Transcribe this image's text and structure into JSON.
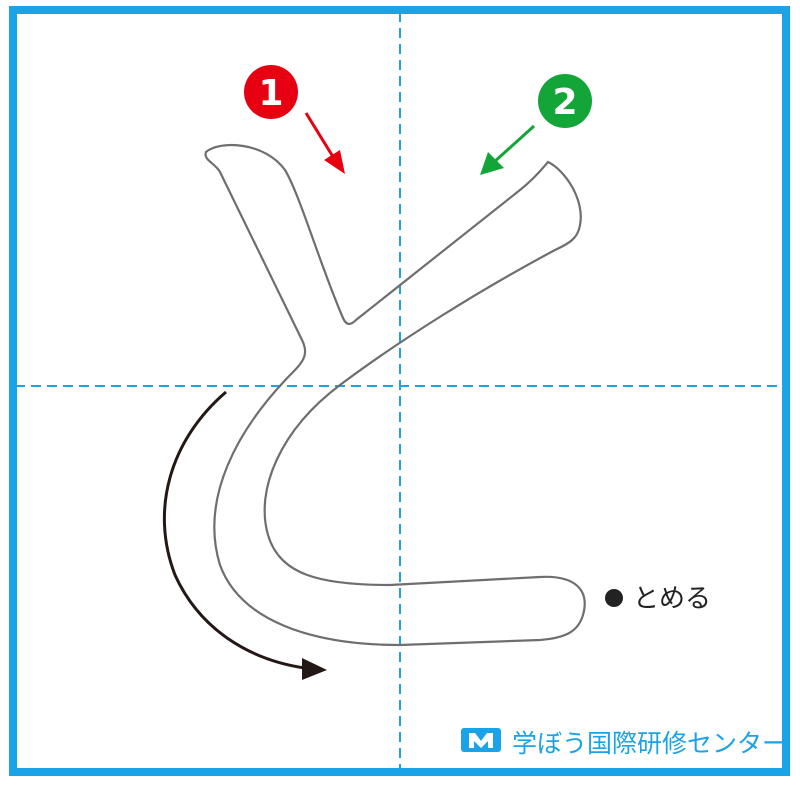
{
  "character": "と",
  "strokes": [
    {
      "number": "1",
      "color": "#e60012"
    },
    {
      "number": "2",
      "color": "#13a538"
    }
  ],
  "annotation": "とめる",
  "logo_text": "学ぼう国際研修センター",
  "colors": {
    "frame": "#1aa3e6",
    "guide": "#1aa3e6",
    "outline": "#6e6e6e",
    "arrow": "#231815"
  }
}
